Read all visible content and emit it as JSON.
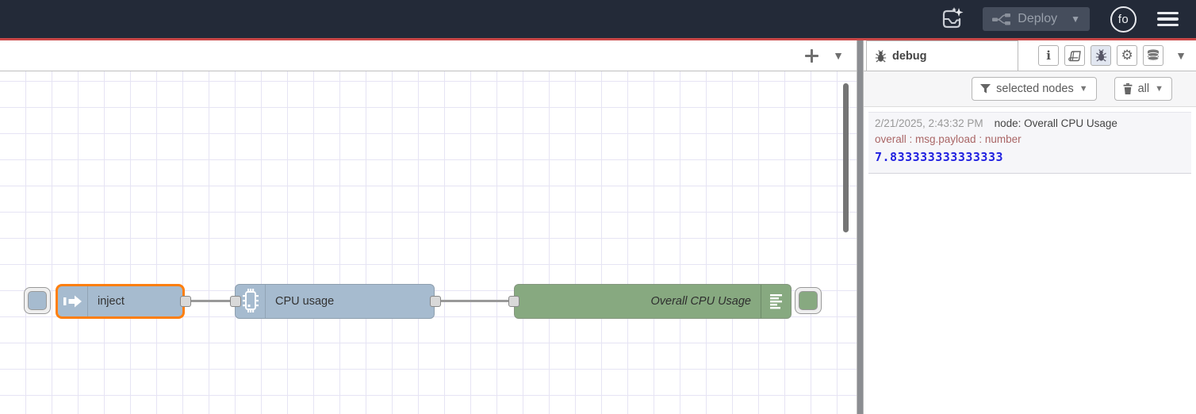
{
  "header": {
    "deploy_label": "Deploy",
    "avatar_text": "fo"
  },
  "sidebar": {
    "tab_label": "debug",
    "filter_button_label": "selected nodes",
    "clear_button_label": "all"
  },
  "flow": {
    "nodes": [
      {
        "type": "inject",
        "label": "inject",
        "selected": true
      },
      {
        "type": "cpu",
        "label": "CPU usage",
        "selected": false
      },
      {
        "type": "debug",
        "label": "Overall CPU Usage",
        "selected": false
      }
    ]
  },
  "debug_message": {
    "timestamp": "2/21/2025, 2:43:32 PM",
    "node_name": "node: Overall CPU Usage",
    "topic": "overall : msg.payload : number",
    "value": "7.833333333333333"
  },
  "colors": {
    "header_bg": "#232a38",
    "header_accent_red": "#c94747",
    "deploy_button_bg": "#454d5c",
    "selection_orange": "#ff7f0e",
    "inject_node": "#a6bbcf",
    "cpu_node": "#a6bbcf",
    "debug_node": "#87a980",
    "wire": "#999999",
    "port_fill": "#d9d9d9",
    "grid_line": "#e6e4f4",
    "debug_topic_red": "#aa6666",
    "debug_value_blue": "#2121e0"
  }
}
